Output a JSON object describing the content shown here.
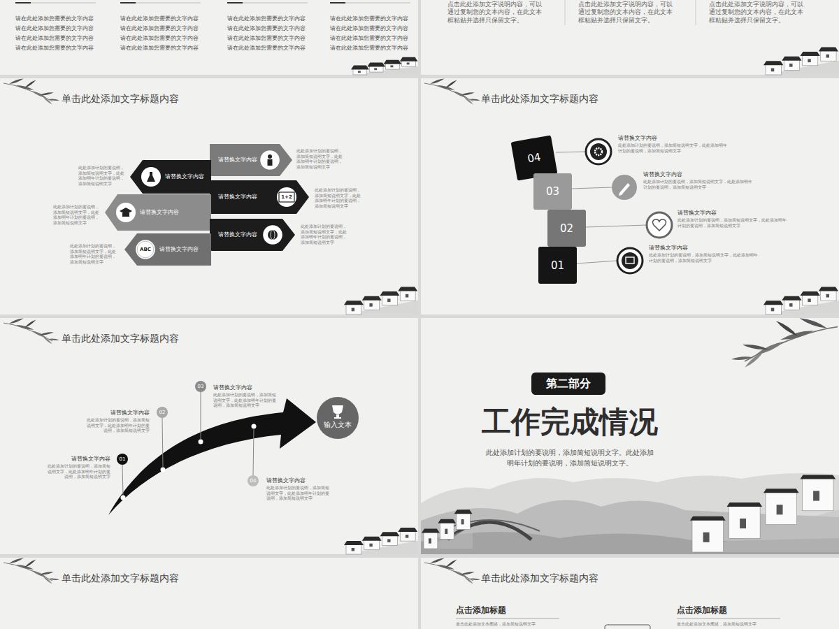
{
  "diagram": {
    "nodes": [
      {
        "text": [
          "请替换文字内容"
        ]
      },
      {
        "text": [
          "请替换文字内容"
        ]
      },
      {
        "text": [
          "请替换文字内容"
        ]
      },
      {
        "text": [
          "请替换文字内容"
        ]
      },
      {
        "text": [
          "请替换文字内容"
        ]
      },
      {
        "text": [
          "请替换文字内容"
        ]
      },
      {
        "text": [
          "04"
        ]
      },
      {
        "text": [
          "03"
        ]
      },
      {
        "text": [
          "02"
        ]
      },
      {
        "text": [
          "01"
        ]
      },
      {
        "text": [
          "01"
        ]
      },
      {
        "text": [
          "02"
        ]
      },
      {
        "text": [
          "03"
        ]
      },
      {
        "text": [
          "04"
        ]
      },
      {
        "text": [
          "输入文本"
        ]
      },
      {
        "text": [
          "第二部分"
        ]
      }
    ],
    "labels": [
      "请在此处添加您需要的文字内容",
      "请在此处添加您需要的文字内容",
      "请在此处添加您需要的文字内容",
      "请在此处添加您需要的文字内容",
      "请在此处添加您需要的文字内容",
      "请在此处添加您需要的文字内容",
      "请在此处添加您需要的文字内容",
      "请在此处添加您需要的文字内容",
      "请在此处添加您需要的文字内容",
      "请在此处添加您需要的文字内容",
      "请在此处添加您需要的文字内容",
      "请在此处添加您需要的文字内容",
      "请在此处添加您需要的文字内容",
      "请在此处添加您需要的文字内容",
      "请在此处添加您需要的文字内容",
      "请在此处添加您需要的文字内容",
      "点击此处添加文字说明内容，可以通过复制您的文本内容，在此文本框粘贴并选择只保留文字。",
      "点击此处添加文字说明内容，可以通过复制您的文本内容，在此文本框粘贴并选择只保留文字。",
      "点击此处添加文字说明内容，可以通过复制您的文本内容，在此文本框粘贴并选择只保留文字。",
      "单击此处添加文字标题内容",
      "此处添加计划的要说明，添加简短说明文字，此处添加明年计划的要说明，添加简短说明文字",
      "此处添加计划的要说明，添加简短说明文字，此处添加明年计划的要说明，添加简短说明文字",
      "此处添加计划的要说明，添加简短说明文字，此处添加明年计划的要说明，添加简短说明文字",
      "此处添加计划的要说明，添加简短说明文字，此处添加明年计划的要说明，添加简短说明文字",
      "此处添加计划的要说明，添加简短说明文字，此处添加明年计划的要说明，添加简短说明文字",
      "此处添加计划的要说明，添加简短说明文字，此处添加明年计划的要说明，添加简短说明文字",
      "1+2",
      "ABC",
      "单击此处添加文字标题内容",
      "请替换文字内容",
      "此处添加计划的要说明，添加简短说明文字，此处添加明年计划的要说明，添加简短说明文字",
      "请替换文字内容",
      "此处添加计划的要说明，添加简短说明文字，此处添加明年计划的要说明，添加简短说明文字",
      "请替换文字内容",
      "此处添加计划的要说明，添加简短说明文字，此处添加明年计划的要说明，添加简短说明文字",
      "请替换文字内容",
      "此处添加计划的要说明，添加简短说明文字，此处添加明年计划的要说明，添加简短说明文字",
      "单击此处添加文字标题内容",
      "请替换文字内容",
      "此处添加计划的要说明，添加简短说明文字，此处添加明年计划的要说明，添加简短说明文字",
      "请替换文字内容",
      "此处添加计划的要说明，添加简短说明文字，此处添加明年计划的要说明，添加简短说明文字",
      "请替换文字内容",
      "此处添加计划的要说明，添加简短说明文字，此处添加明年计划的要说明，添加简短说明文字",
      "请替换文字内容",
      "此处添加计划的要说明，添加简短说明文字，此处添加明年计划的要说明，添加简短说明文字",
      "工作完成情况",
      "此处添加计划的要说明，添加简短说明文字。此处添加明年计划的要说明，添加简短说明文字。",
      "单击此处添加文字标题内容",
      "单击此处添加文字标题内容",
      "点击添加标题",
      "单击此处添加文本阐述，添加简短说明文字",
      "点击添加标题",
      "单击此处添加文本阐述，添加简短说明文字"
    ]
  }
}
